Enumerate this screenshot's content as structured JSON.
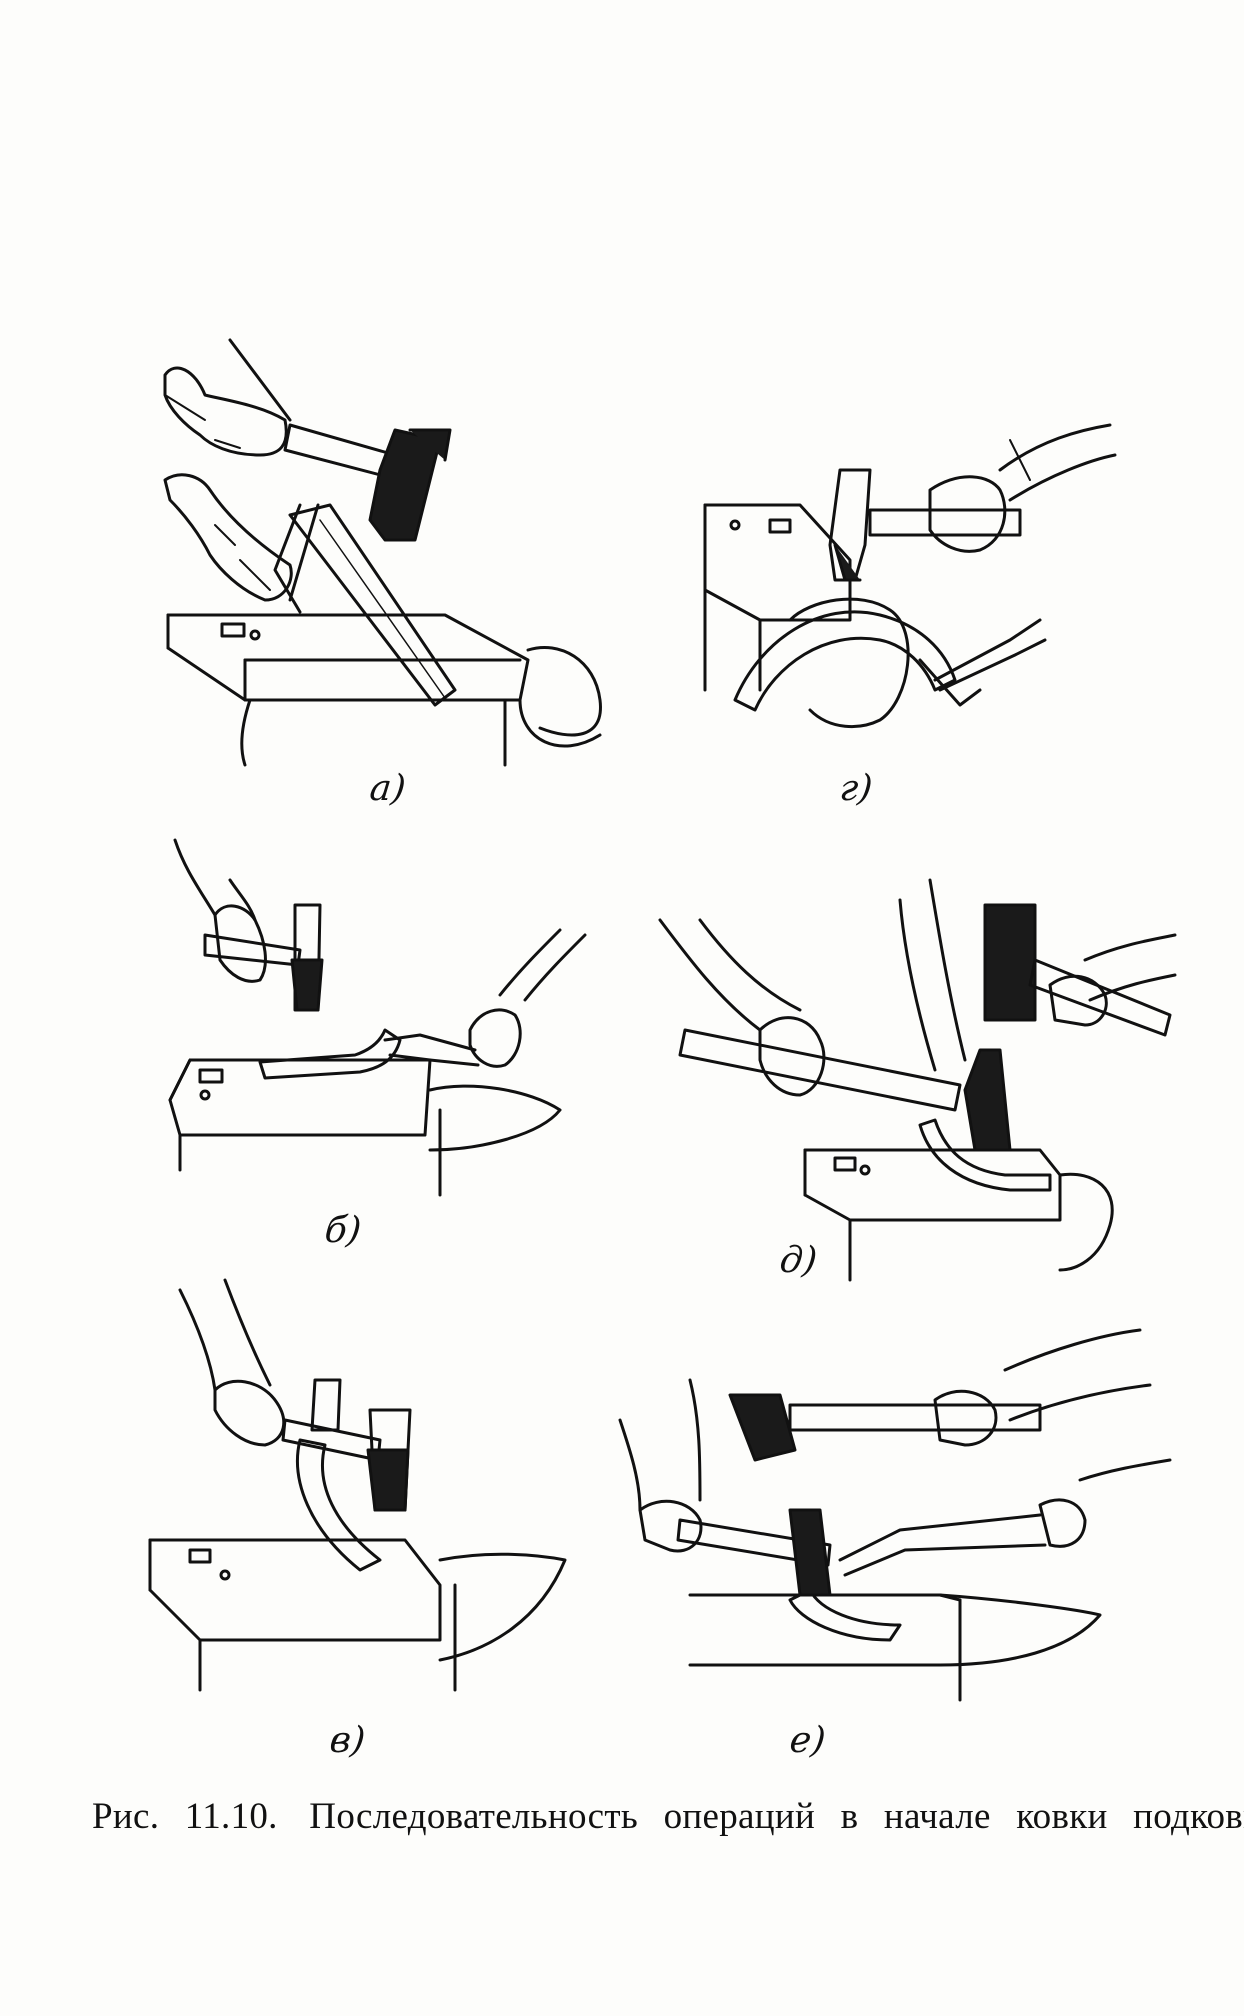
{
  "figure": {
    "panels": [
      {
        "id": "a",
        "label": "а)"
      },
      {
        "id": "g",
        "label": "г)"
      },
      {
        "id": "b",
        "label": "б)"
      },
      {
        "id": "d",
        "label": "д)"
      },
      {
        "id": "v",
        "label": "в)"
      },
      {
        "id": "e",
        "label": "е)"
      }
    ]
  },
  "caption": {
    "prefix": "Рис. 11.10.",
    "text": "Последовательность операций в начале ковки подковы"
  }
}
